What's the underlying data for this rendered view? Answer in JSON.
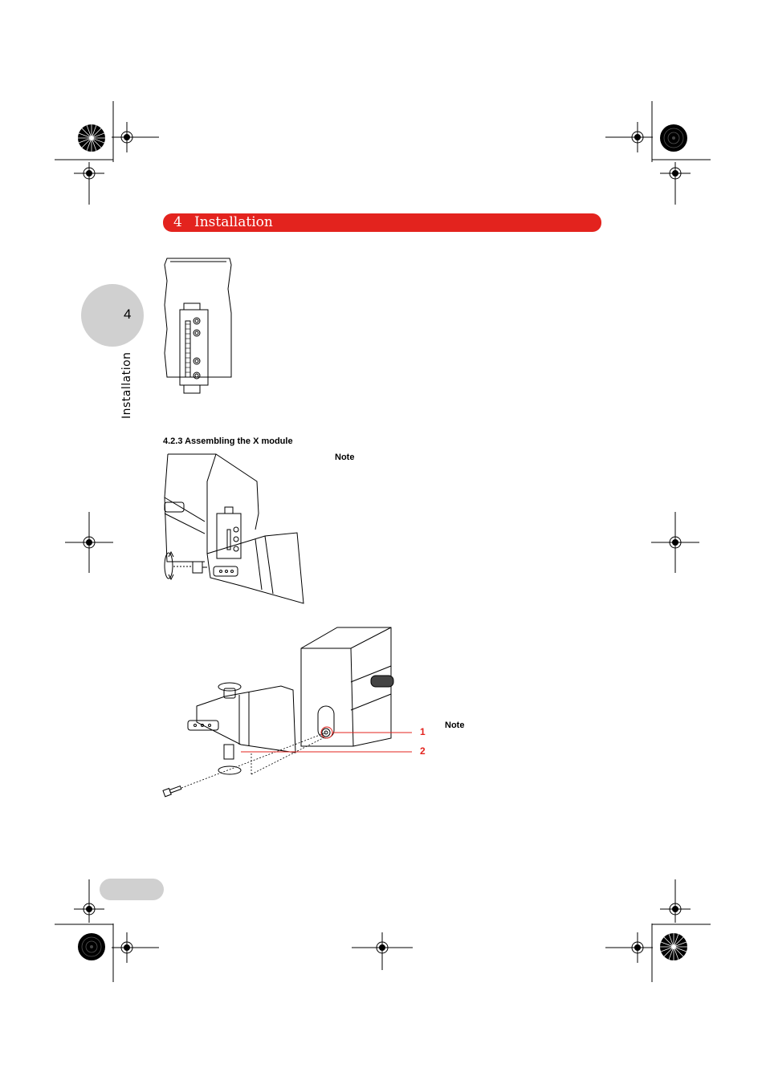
{
  "header": {
    "chapter_number": "4",
    "chapter_title": "Installation"
  },
  "side_tab": {
    "number": "4",
    "label": "Installation"
  },
  "section": {
    "heading": "4.2.3   Assembling the X module"
  },
  "notes": {
    "note1": "Note",
    "note2": "Note"
  },
  "callouts": {
    "c1": "1",
    "c2": "2"
  },
  "colors": {
    "accent": "#e3231e",
    "tab_gray": "#d0d0d0"
  }
}
